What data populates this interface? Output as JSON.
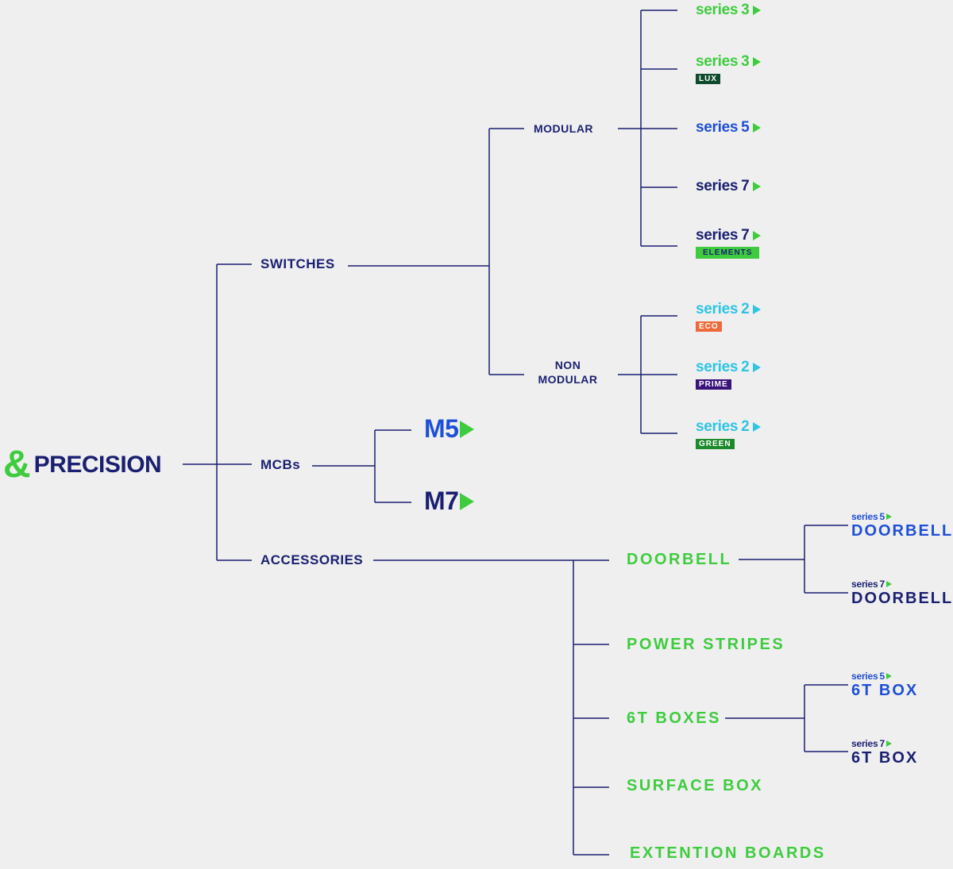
{
  "logo": {
    "symbol": "&",
    "name": "PRECISION"
  },
  "categories": {
    "switches": "SWITCHES",
    "mcbs": "MCBs",
    "accessories": "ACCESSORIES"
  },
  "switch_types": {
    "modular": "MODULAR",
    "non_modular_1": "NON",
    "non_modular_2": "MODULAR"
  },
  "series_word": "series",
  "modular_series": [
    {
      "num": "3",
      "tag": "",
      "color": "#3ecc3e",
      "tag_color": ""
    },
    {
      "num": "3",
      "tag": "LUX",
      "color": "#3ecc3e",
      "tag_color": "#0e4a2c"
    },
    {
      "num": "5",
      "tag": "",
      "color": "#1e4fd6",
      "tag_color": ""
    },
    {
      "num": "7",
      "tag": "",
      "color": "#1a1f71",
      "tag_color": ""
    },
    {
      "num": "7",
      "tag": "ELEMENTS",
      "color": "#1a1f71",
      "tag_color": "#3ecc3e"
    }
  ],
  "non_modular_series": [
    {
      "num": "2",
      "tag": "ECO",
      "color": "#2ec4e6",
      "tag_color": "#ef6a3a"
    },
    {
      "num": "2",
      "tag": "PRIME",
      "color": "#2ec4e6",
      "tag_color": "#3a137a"
    },
    {
      "num": "2",
      "tag": "GREEN",
      "color": "#2ec4e6",
      "tag_color": "#1a8a2a"
    }
  ],
  "mcbs": [
    "M5",
    "M7"
  ],
  "accessories": {
    "doorbell": "DOORBELL",
    "power_stripes": "POWER STRIPES",
    "boxes": "6T BOXES",
    "surface_box": "SURFACE BOX",
    "extention_boards": "EXTENTION BOARDS"
  },
  "doorbell_products": [
    {
      "num": "5",
      "label": "DOORBELL",
      "color": "#1e4fd6"
    },
    {
      "num": "7",
      "label": "DOORBELL",
      "color": "#1a1f71"
    }
  ],
  "box_products": [
    {
      "num": "5",
      "label": "6T BOX",
      "color": "#1e4fd6"
    },
    {
      "num": "7",
      "label": "6T BOX",
      "color": "#1a1f71"
    }
  ],
  "colors": {
    "line": "#1a1f71",
    "navy": "#1a1f71",
    "green": "#3ecc3e",
    "blue": "#1e4fd6",
    "cyan": "#2ec4e6",
    "background": "#efefef"
  }
}
